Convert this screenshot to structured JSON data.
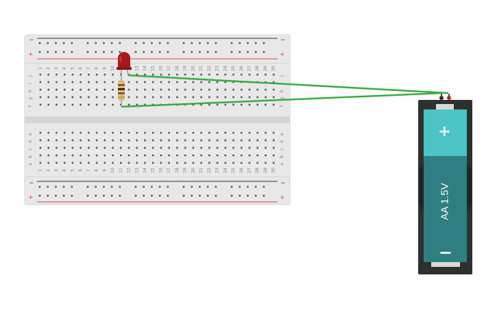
{
  "breadboard": {
    "columns": [
      "1",
      "2",
      "3",
      "4",
      "5",
      "6",
      "7",
      "8",
      "9",
      "10",
      "11",
      "12",
      "13",
      "14",
      "15",
      "16",
      "17",
      "18",
      "19",
      "20",
      "21",
      "22",
      "23",
      "24",
      "25",
      "26",
      "27",
      "28",
      "29",
      "30"
    ],
    "top_rows": [
      "j",
      "i",
      "h",
      "g",
      "f"
    ],
    "bottom_rows": [
      "e",
      "d",
      "c",
      "b",
      "a"
    ],
    "rail_signs": {
      "minus": "−",
      "plus": "+"
    },
    "colors": {
      "board": "#e8e8e8",
      "hole": "#555555",
      "plus_line": "#d04545",
      "minus_line": "#333333"
    }
  },
  "led": {
    "color": "#a81818",
    "column": "12",
    "row": "j"
  },
  "resistor": {
    "body_color": "#d8ba82",
    "band_colors": [
      "#8b4a1a",
      "#111111",
      "#8b4a1a",
      "#c9a23b"
    ]
  },
  "wires": {
    "color": "#3aaa45"
  },
  "battery": {
    "label": "AA 1.5V",
    "plus_sign": "+",
    "minus_sign": "−",
    "colors": {
      "holder": "#2f2f2f",
      "top": "#4cc3c5",
      "body": "#2f7f82",
      "terminal_red": "#cc2222",
      "terminal_black": "#222222"
    }
  }
}
